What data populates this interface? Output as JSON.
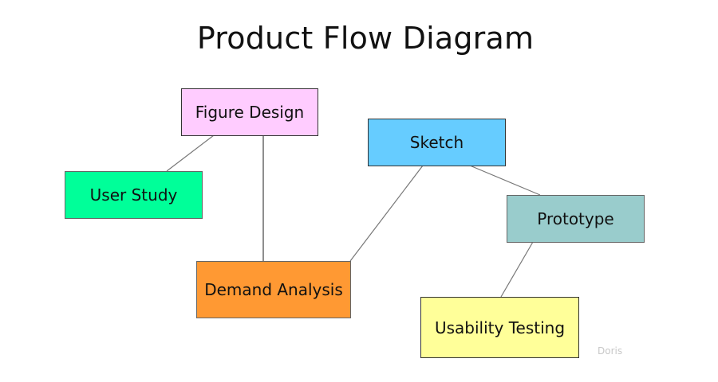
{
  "title": "Product Flow Diagram",
  "watermark": "Doris",
  "nodes": [
    {
      "id": "figure-design",
      "label": "Figure Design",
      "color": "#ffccff"
    },
    {
      "id": "user-study",
      "label": "User Study",
      "color": "#00ff99"
    },
    {
      "id": "sketch",
      "label": "Sketch",
      "color": "#66ccff"
    },
    {
      "id": "prototype",
      "label": "Prototype",
      "color": "#99cccc"
    },
    {
      "id": "demand-analysis",
      "label": "Demand Analysis",
      "color": "#ff9933"
    },
    {
      "id": "usability-testing",
      "label": "Usability Testing",
      "color": "#ffff99"
    }
  ],
  "edges": [
    {
      "from": "figure-design",
      "to": "user-study"
    },
    {
      "from": "figure-design",
      "to": "demand-analysis"
    },
    {
      "from": "sketch",
      "to": "demand-analysis"
    },
    {
      "from": "sketch",
      "to": "prototype"
    },
    {
      "from": "prototype",
      "to": "usability-testing"
    }
  ]
}
